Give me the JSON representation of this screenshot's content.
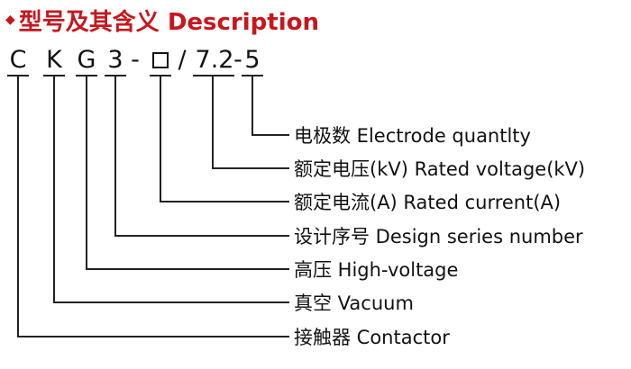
{
  "title": {
    "bullet": "◆",
    "text": "型号及其含义 Description",
    "color": "#c8161d"
  },
  "code": {
    "c": "C",
    "k": "K",
    "g": "G",
    "series": "3",
    "dash1": "-",
    "current_box": "□",
    "slash": "/",
    "voltage": "7.2",
    "dash2": "-",
    "electrodes": "5"
  },
  "descriptions": [
    "电极数 Electrode quantlty",
    "额定电压(kV) Rated voltage(kV)",
    "额定电流(A) Rated current(A)",
    "设计序号 Design series number",
    "高压 High-voltage",
    "真空 Vacuum",
    "接触器 Contactor"
  ]
}
